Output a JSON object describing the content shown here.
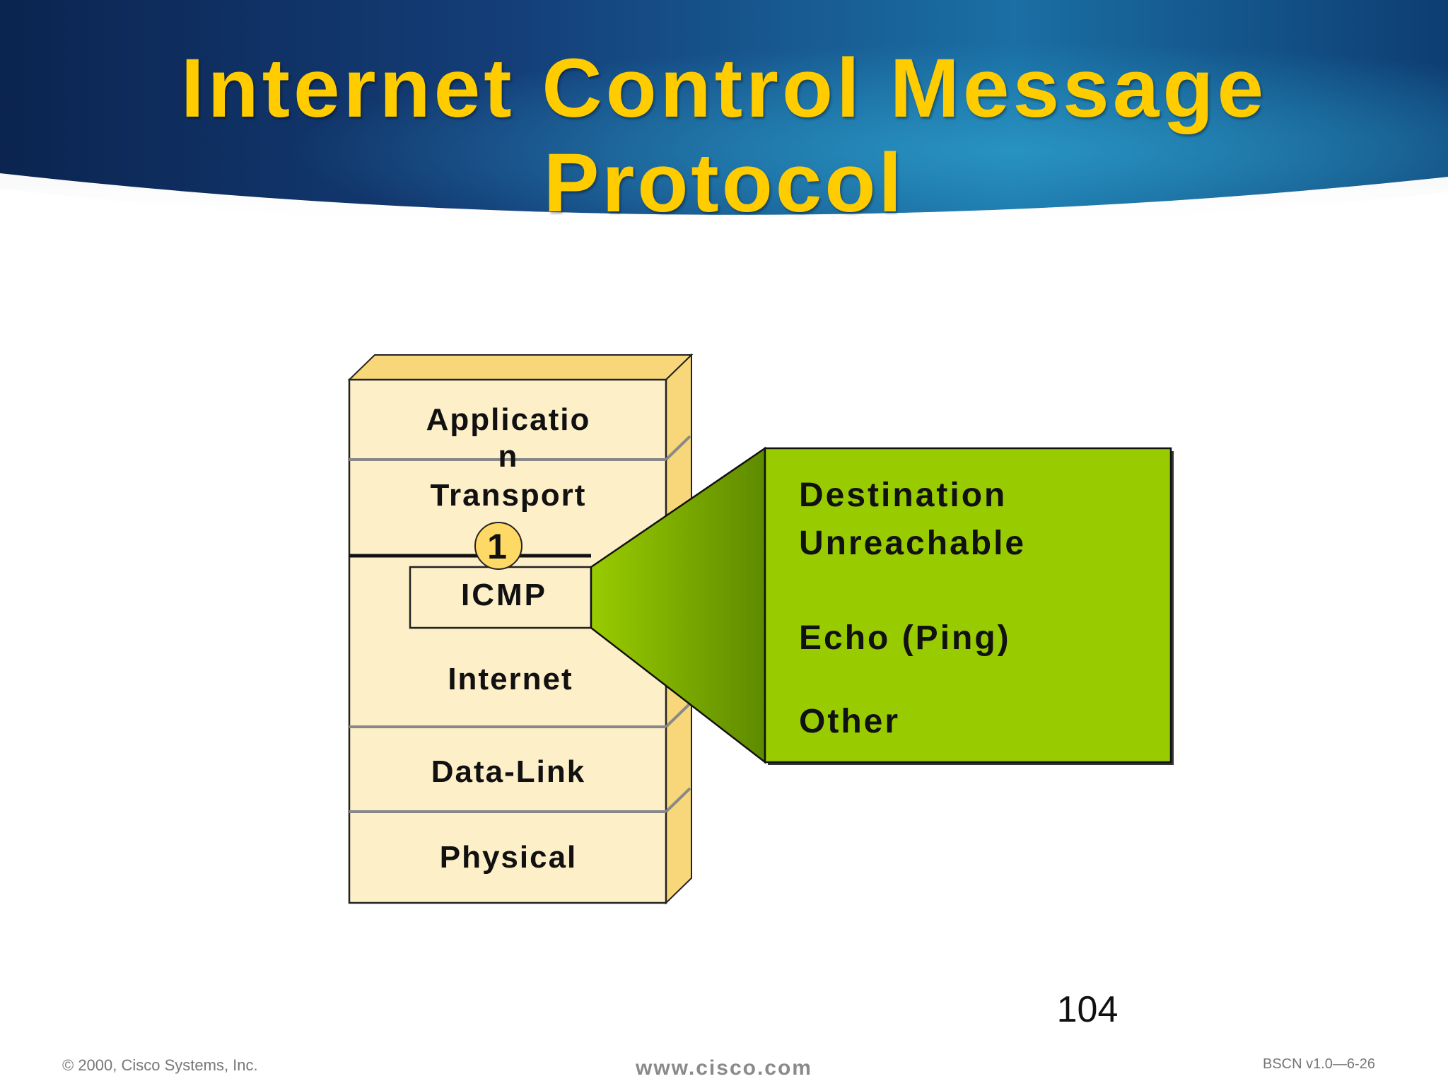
{
  "title": {
    "line1": "Internet Control Message",
    "line2": "Protocol"
  },
  "stack": {
    "layers": [
      {
        "id": "application",
        "label_line1": "Applicatio",
        "label_line2": "n"
      },
      {
        "id": "transport",
        "label": "Transport"
      },
      {
        "id": "internet",
        "label": "Internet"
      },
      {
        "id": "data-link",
        "label": "Data-Link"
      },
      {
        "id": "physical",
        "label": "Physical"
      }
    ],
    "icmp_label": "ICMP",
    "badge": "1"
  },
  "icmp_messages": {
    "items": [
      {
        "line1": "Destination",
        "line2": "Unreachable"
      },
      {
        "line1": "Echo (Ping)"
      },
      {
        "line1": "Other"
      }
    ]
  },
  "page_number": "104",
  "footer": {
    "copyright": "© 2000, Cisco Systems, Inc.",
    "url": "www.cisco.com",
    "code": "BSCN v1.0—6-26"
  },
  "colors": {
    "title": "#FFCC00",
    "header_dark": "#0B2A5C",
    "header_light": "#1E7FB0",
    "layer_face": "#FDEFC8",
    "layer_side": "#F7D77A",
    "callout_green": "#99CC00",
    "callout_dark_green": "#5E8A00"
  }
}
